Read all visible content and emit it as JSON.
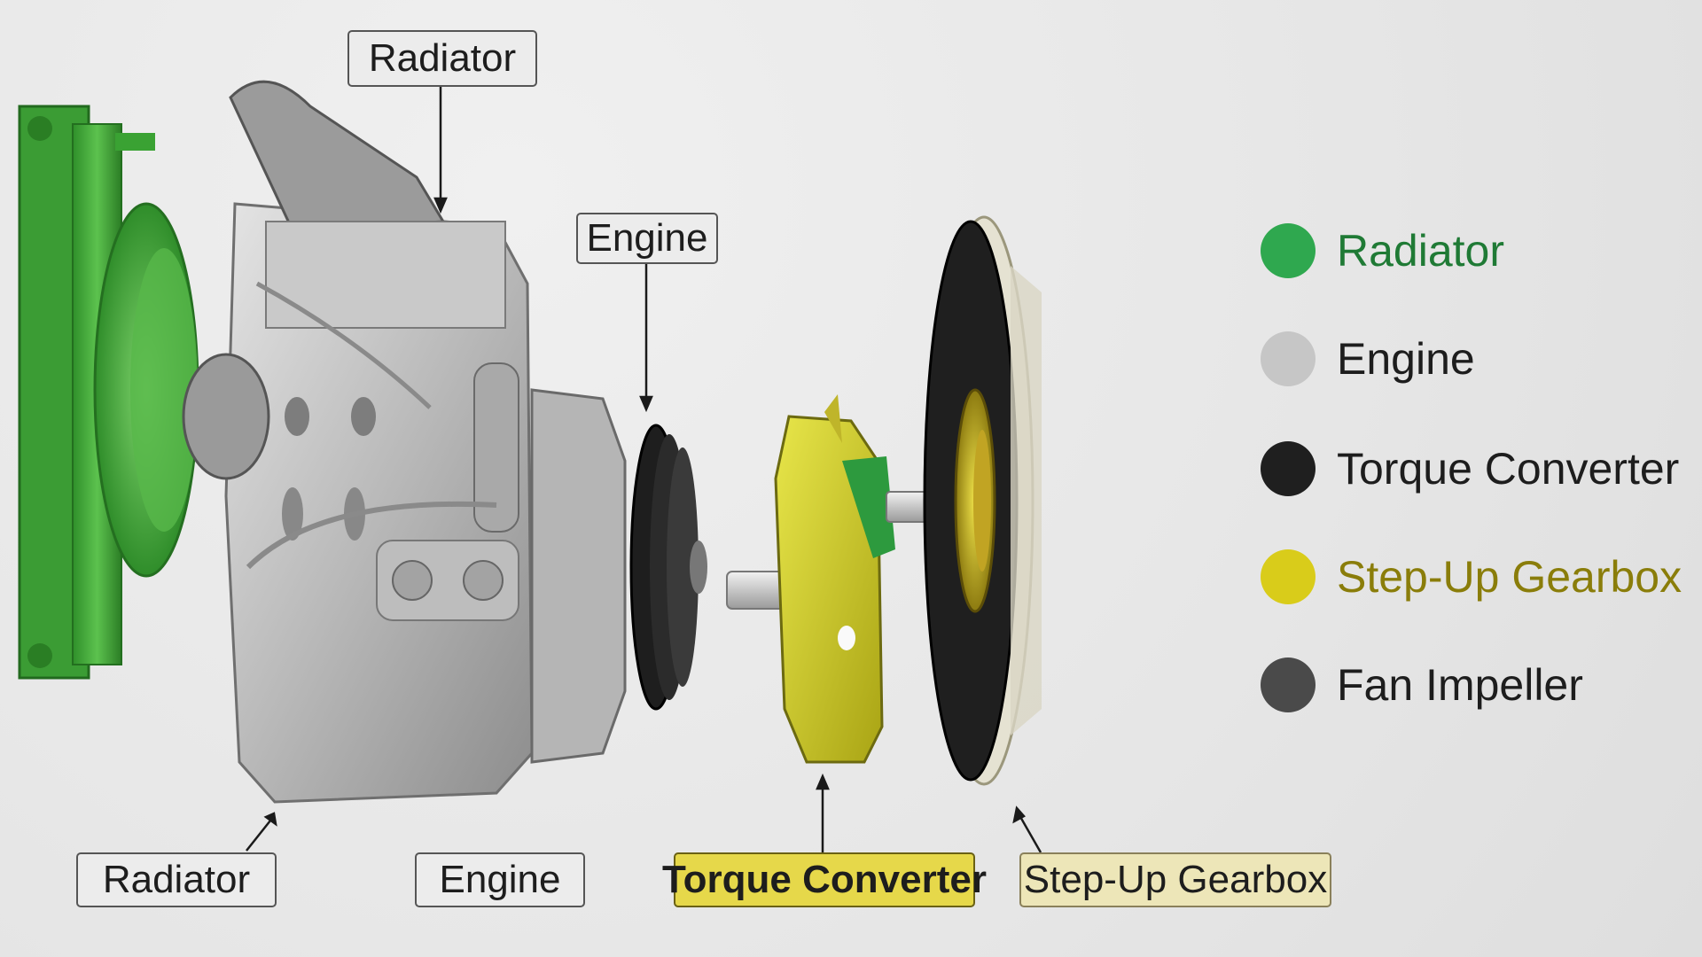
{
  "callouts_top": {
    "radiator": "Radiator",
    "engine": "Engine"
  },
  "callouts_bottom": {
    "radiator": "Radiator",
    "engine": "Engine",
    "torque_converter": "Torque Converter",
    "step_up_gearbox": "Step-Up Gearbox"
  },
  "legend": [
    {
      "label": "Radiator",
      "color": "#2fa84f",
      "text_color": "#1f7a35"
    },
    {
      "label": "Engine",
      "color": "#c6c6c6",
      "text_color": "#1d1d1d"
    },
    {
      "label": "Torque Converter",
      "color": "#1f1f1f",
      "text_color": "#1d1d1d"
    },
    {
      "label": "Step-Up Gearbox",
      "color": "#d9cc1a",
      "text_color": "#8a7d0a"
    },
    {
      "label": "Fan Impeller",
      "color": "#4a4a4a",
      "text_color": "#1d1d1d"
    }
  ],
  "colors": {
    "radiator_green": "#3fae3a",
    "engine_silver": "#b8b8b8",
    "torque_black": "#1e1e1e",
    "gearbox_yellow": "#c9c41c",
    "fan_dark": "#2a2a2a"
  }
}
